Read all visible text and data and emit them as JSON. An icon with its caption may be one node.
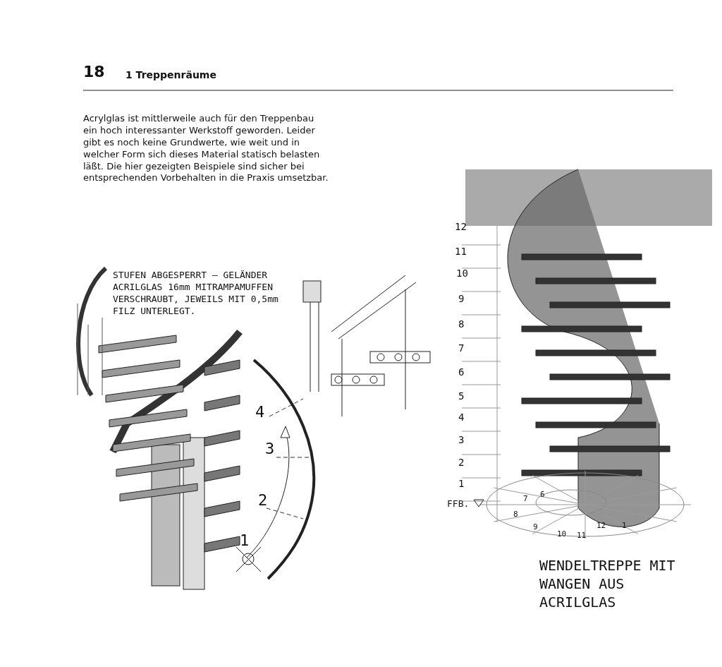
{
  "diagram": {
    "caption": "WENDELTREPPE MIT WANGEN AUS ACRILGLAS",
    "labels": [
      "18",
      "1 Treppenräume",
      "Acrylglas ist mittlerweile auch für den Treppenbau ein hoch interessanter Werkstoff geworden. Leider gibt es noch keine Grundwerte, wie weit und in welcher Form sich dieses Material statisch belasten läßt. Die hier gezeigten Beispiele sind sicher bei entsprechenden Vorbehalten in die Praxis umsetzbar.",
      "STUFEN ABGESPERRT – GELÄNDER ACRILGLAS 16mm MITRAMPAMUFFEN VERSCHRAUBT, JEWEILS MIT 0,5mm FILZ UNTERLEGT.",
      "4",
      "3",
      "2",
      "1",
      "12",
      "11",
      "10",
      "9",
      "8",
      "7",
      "6",
      "5",
      "4",
      "3",
      "2",
      "1",
      "FFB.",
      "6",
      "7",
      "8",
      "9",
      "10",
      "11",
      "12",
      "1"
    ]
  }
}
